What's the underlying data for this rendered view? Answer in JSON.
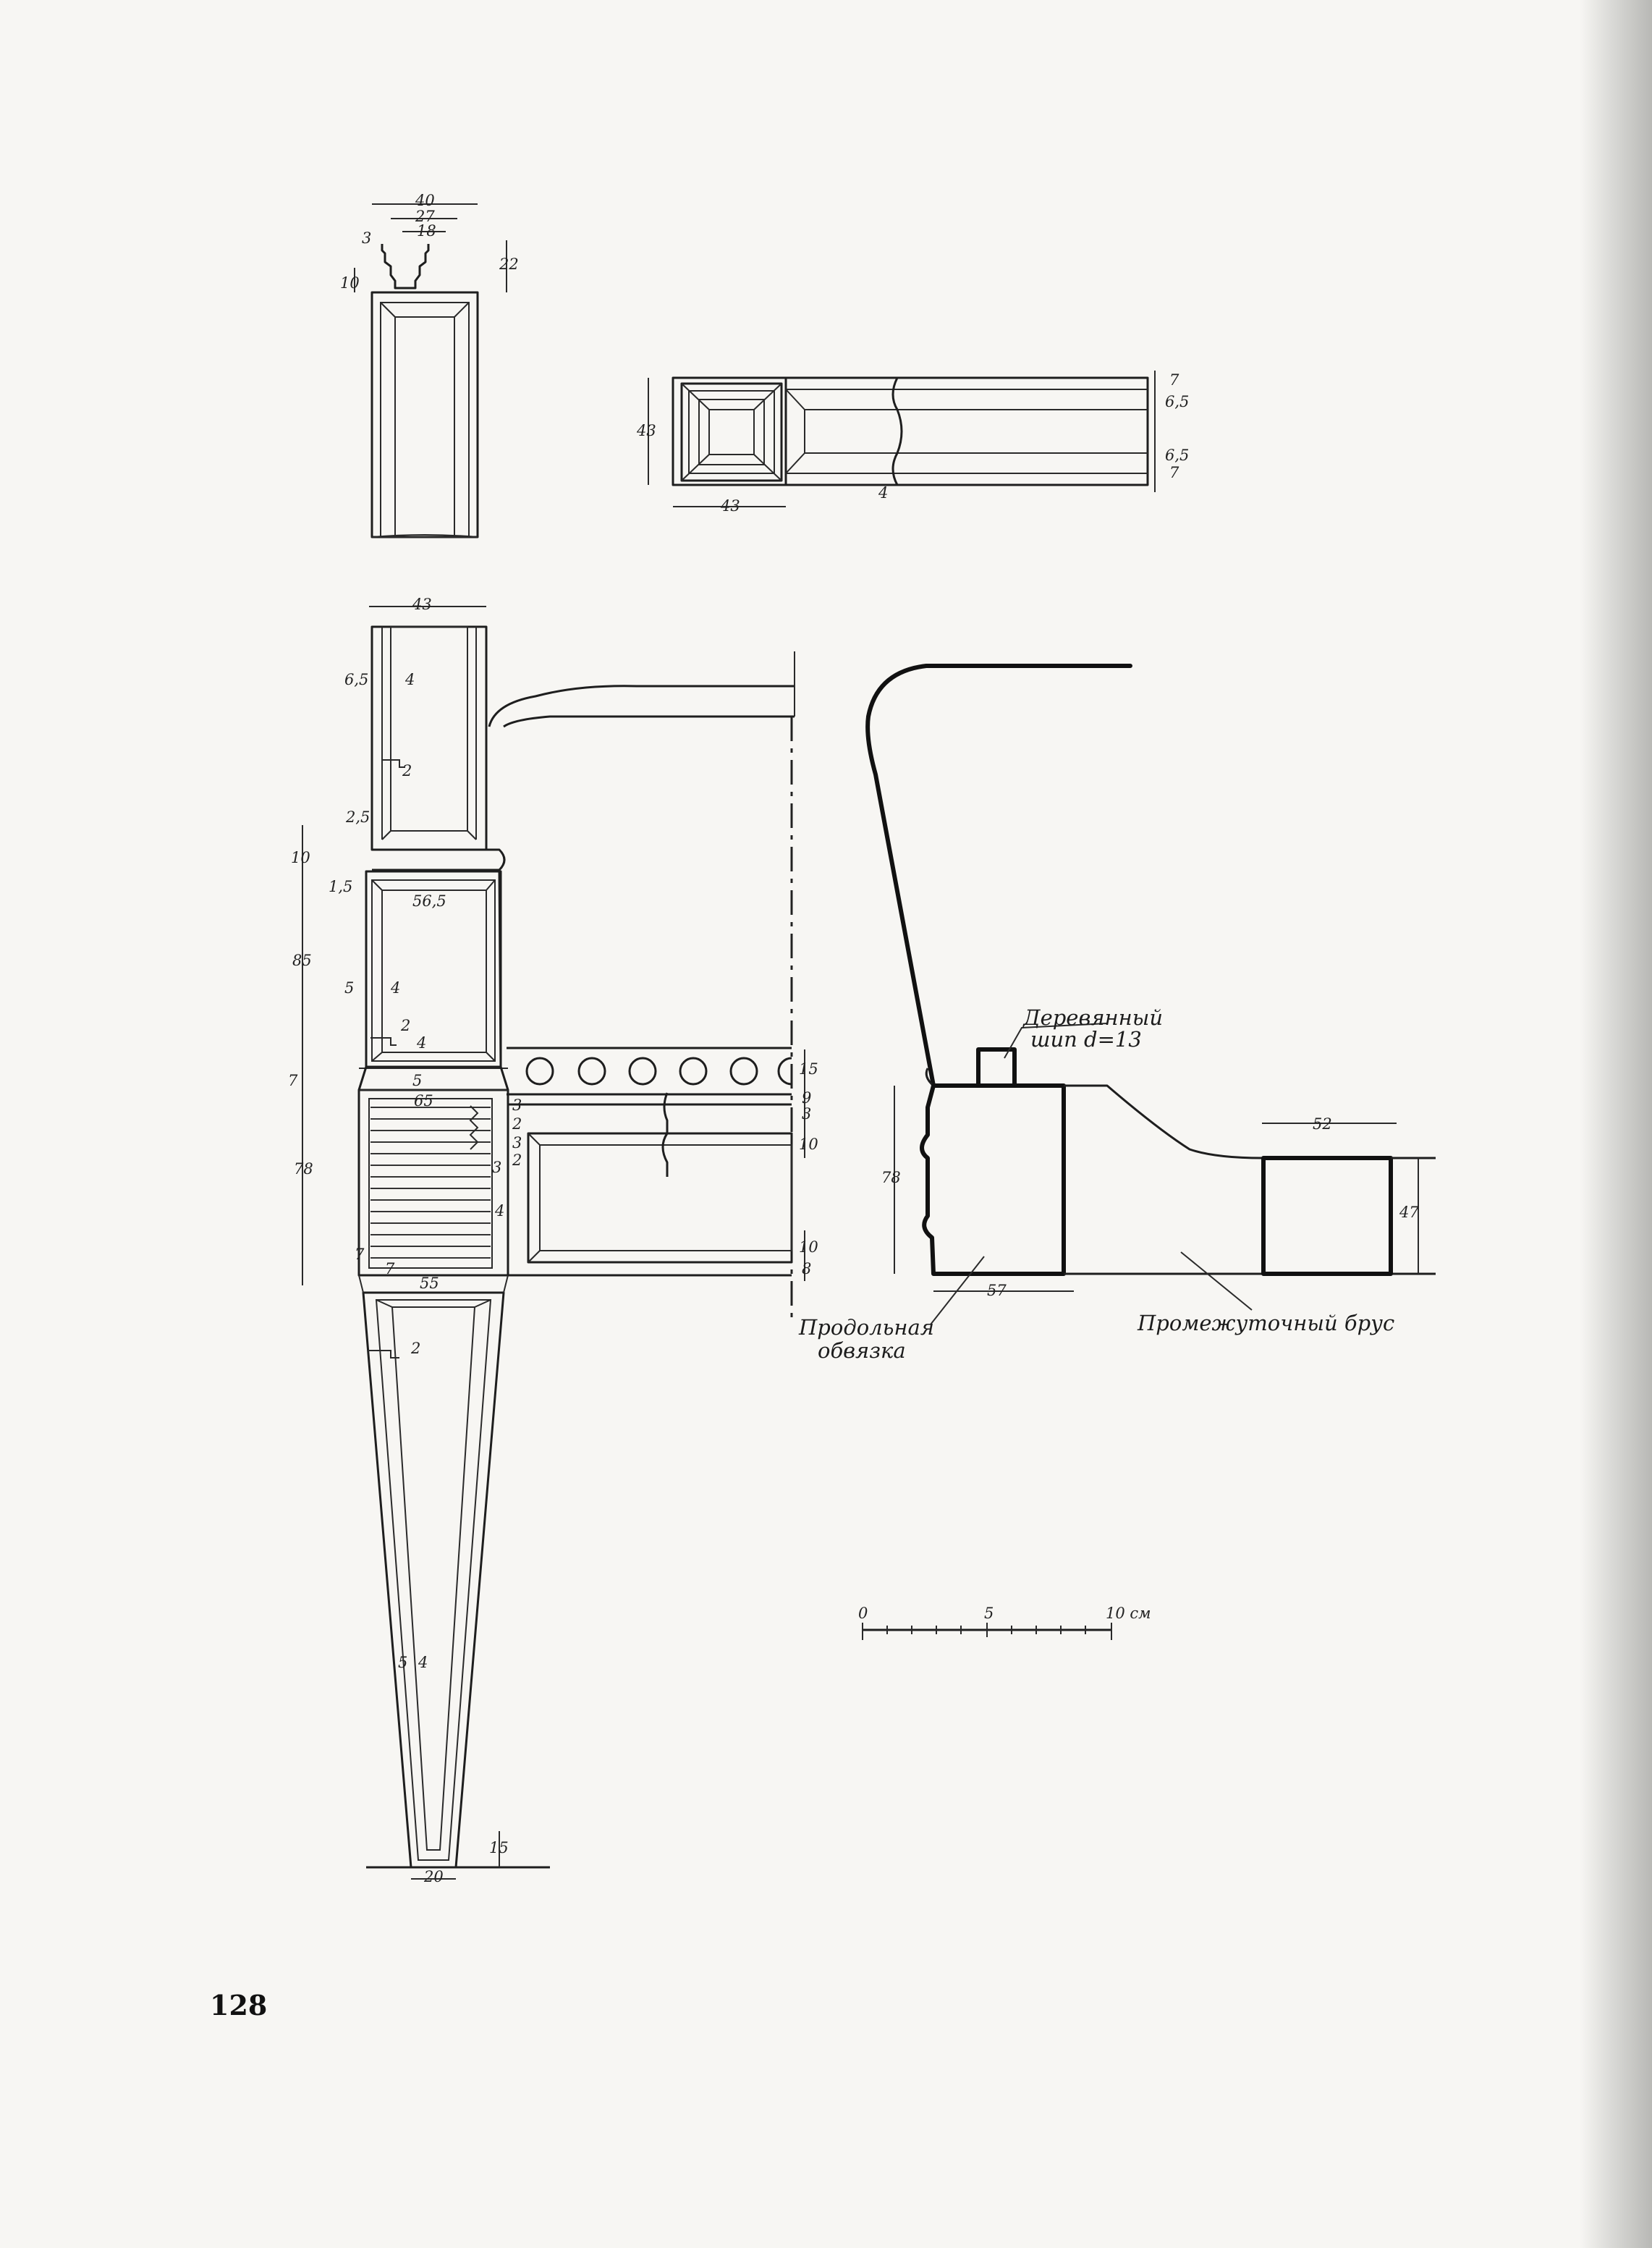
{
  "page_number": "128",
  "captions": {
    "wooden_dowel_line1": "Деревянный",
    "wooden_dowel_line2": "шип d=13",
    "longitudinal_rail_line1": "Продольная",
    "longitudinal_rail_line2": "обвязка",
    "intermediate_bar": "Промежуточный брус"
  },
  "scale_bar": {
    "label_0": "0",
    "label_5": "5",
    "label_10": "10 см"
  },
  "dims": {
    "top_40": "40",
    "top_27": "27",
    "top_18": "18",
    "top_3": "3",
    "top_10": "10",
    "top_22": "22",
    "plan_43_h": "43",
    "plan_43_w": "43",
    "plan_4": "4",
    "plan_7a": "7",
    "plan_65a": "6,5",
    "plan_65b": "6,5",
    "plan_7b": "7",
    "leg_43": "43",
    "leg_65": "6,5",
    "leg_4a": "4",
    "leg_2a": "2",
    "leg_25": "2,5",
    "leg_10": "10",
    "leg_15": "1,5",
    "leg_565": "56,5",
    "leg_85": "85",
    "leg_5a": "5",
    "leg_4b": "4",
    "leg_2b": "2",
    "leg_4c": "4",
    "leg_7a": "7",
    "leg_5b": "5",
    "leg_65b": "65",
    "leg_3a": "3",
    "leg_2c": "2",
    "leg_3b": "3",
    "leg_2d": "2",
    "leg_3c": "3",
    "leg_78": "78",
    "leg_4d": "4",
    "leg_7b": "7",
    "leg_7c": "7",
    "leg_55": "55",
    "leg_2e": "2",
    "leg_5c": "5",
    "leg_4e": "4",
    "leg_15b": "15",
    "leg_20": "20",
    "rail_15": "15",
    "rail_9": "9",
    "rail_3": "3",
    "rail_10a": "10",
    "rail_10b": "10",
    "rail_8": "8",
    "sec_78": "78",
    "sec_57": "57",
    "sec_52": "52",
    "sec_47": "47"
  }
}
